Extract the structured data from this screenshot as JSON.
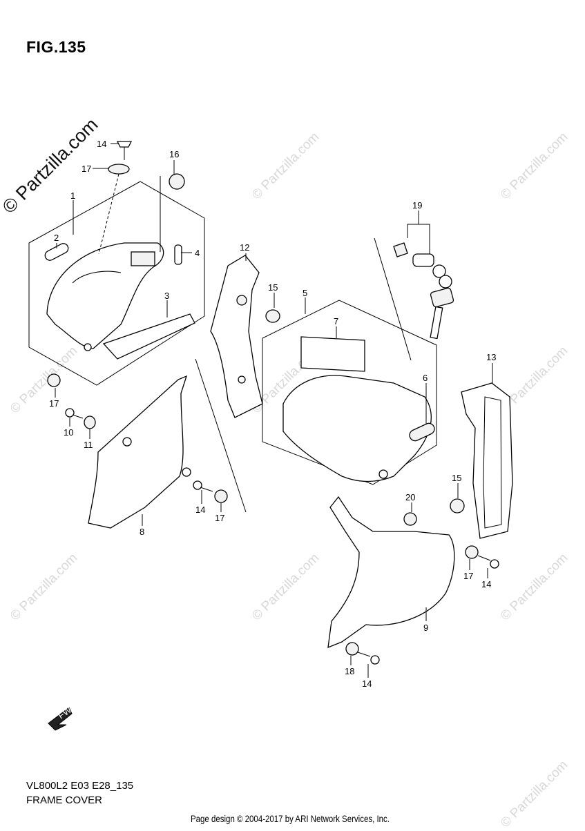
{
  "figure": {
    "title": "FIG.135",
    "model_code": "VL800L2 E03 E28_135",
    "subtitle": "FRAME COVER",
    "credit": "Page design © 2004-2017 by ARI Network Services, Inc.",
    "watermark_main": "© Partzilla.com",
    "watermark": "© Partzilla.com",
    "fwd_label": "FWD"
  },
  "callouts": [
    {
      "id": "c1",
      "label": "1"
    },
    {
      "id": "c2",
      "label": "2"
    },
    {
      "id": "c3",
      "label": "3"
    },
    {
      "id": "c4",
      "label": "4"
    },
    {
      "id": "c14a",
      "label": "14"
    },
    {
      "id": "c17a",
      "label": "17"
    },
    {
      "id": "c16",
      "label": "16"
    },
    {
      "id": "c17b",
      "label": "17"
    },
    {
      "id": "c10",
      "label": "10"
    },
    {
      "id": "c11",
      "label": "11"
    },
    {
      "id": "c8",
      "label": "8"
    },
    {
      "id": "c12",
      "label": "12"
    },
    {
      "id": "c15a",
      "label": "15"
    },
    {
      "id": "c14b",
      "label": "14"
    },
    {
      "id": "c17c",
      "label": "17"
    },
    {
      "id": "c5",
      "label": "5"
    },
    {
      "id": "c7",
      "label": "7"
    },
    {
      "id": "c6",
      "label": "6"
    },
    {
      "id": "c19",
      "label": "19"
    },
    {
      "id": "c13",
      "label": "13"
    },
    {
      "id": "c15b",
      "label": "15"
    },
    {
      "id": "c20",
      "label": "20"
    },
    {
      "id": "c9",
      "label": "9"
    },
    {
      "id": "c17d",
      "label": "17"
    },
    {
      "id": "c14c",
      "label": "14"
    },
    {
      "id": "c18",
      "label": "18"
    },
    {
      "id": "c14d",
      "label": "14"
    }
  ]
}
